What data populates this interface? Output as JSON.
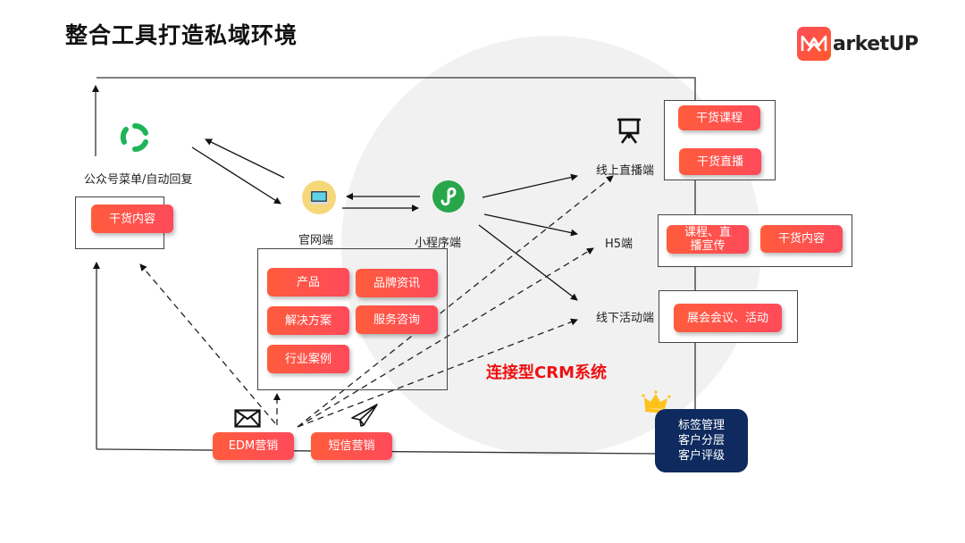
{
  "title": "整合工具打造私域环境",
  "brand": {
    "logo_text": "arketUP",
    "logo_letter": "M",
    "accent": "#ff4d4d"
  },
  "nodes": {
    "wechat": {
      "label": "公众号菜单/自动回复",
      "icon": "wechat-recycle-icon",
      "items": [
        "干货内容"
      ]
    },
    "website": {
      "label": "官网端",
      "icon": "laptop-icon",
      "items": [
        "产品",
        "品牌资讯",
        "解决方案",
        "服务咨询",
        "行业案例"
      ]
    },
    "miniprogram": {
      "label": "小程序端",
      "icon": "mini-program-icon"
    },
    "live": {
      "label": "线上直播端",
      "icon": "presentation-board-icon",
      "items": [
        "干货课程",
        "干货直播"
      ]
    },
    "h5": {
      "label": "H5端",
      "items": [
        "课程、直播宣传",
        "干货内容"
      ]
    },
    "offline": {
      "label": "线下活动端",
      "items": [
        "展会会议、活动"
      ]
    },
    "edm": {
      "label": "EDM营销",
      "icon": "envelope-icon"
    },
    "sms": {
      "label": "短信营销",
      "icon": "paper-plane-icon"
    },
    "crm_core": {
      "icon": "crown-icon",
      "lines": [
        "标签管理",
        "客户分层",
        "客户评级"
      ]
    }
  },
  "center_label": "连接型CRM系统",
  "colors": {
    "pill": "#ff5046",
    "crm_text": "#ee1111",
    "navy": "#0e2a5e",
    "circle": "#f1f1f1"
  }
}
